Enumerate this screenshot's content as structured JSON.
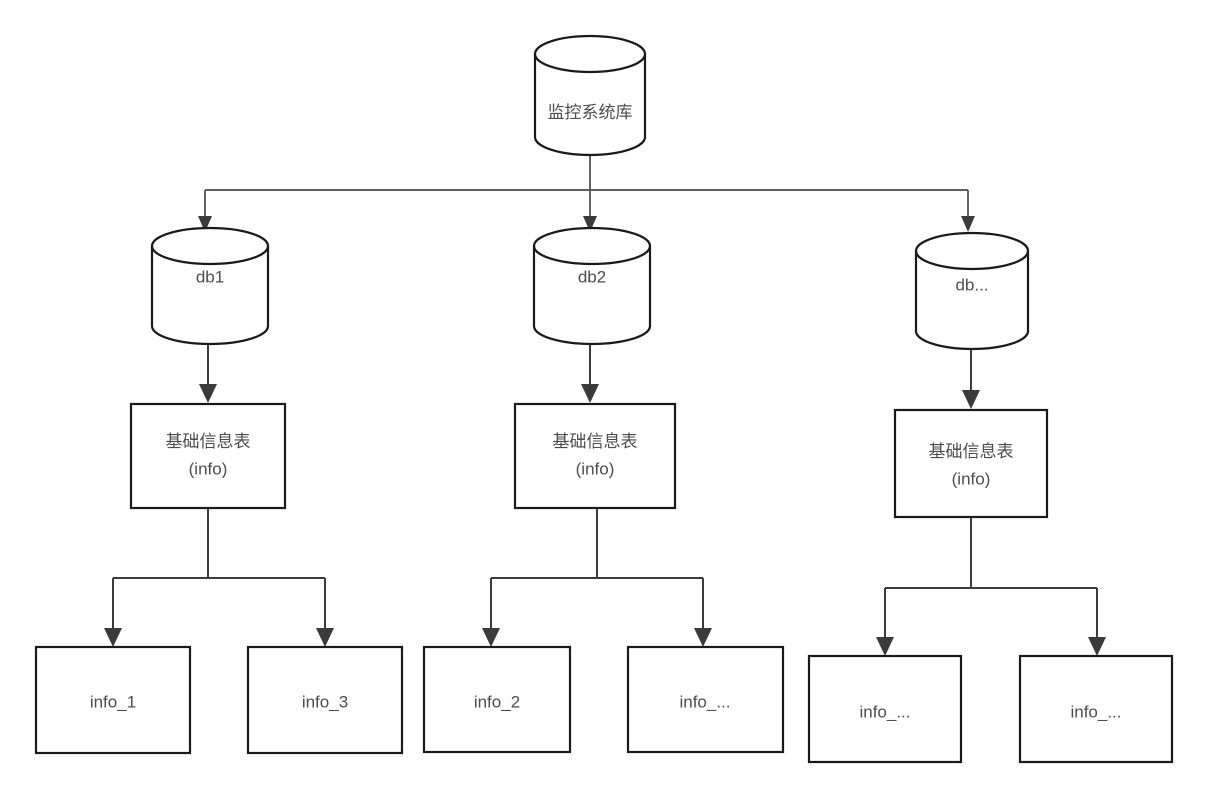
{
  "diagram": {
    "type": "hierarchy-tree",
    "title": "",
    "background_color": "#ffffff",
    "stroke_color": "#1a1a1a",
    "edge_color": "#3b3b3b",
    "text_color": "#4d4d4d",
    "root": {
      "id": "root-db",
      "shape": "cylinder",
      "label": "监控系统库"
    },
    "databases": [
      {
        "id": "db1",
        "shape": "cylinder",
        "label": "db1"
      },
      {
        "id": "db2",
        "shape": "cylinder",
        "label": "db2"
      },
      {
        "id": "db3",
        "shape": "cylinder",
        "label": "db..."
      }
    ],
    "info_tables": [
      {
        "id": "info-table-1",
        "shape": "rect",
        "line1": "基础信息表",
        "line2": "(info)"
      },
      {
        "id": "info-table-2",
        "shape": "rect",
        "line1": "基础信息表",
        "line2": "(info)"
      },
      {
        "id": "info-table-3",
        "shape": "rect",
        "line1": "基础信息表",
        "line2": "(info)"
      }
    ],
    "leaves": [
      {
        "id": "leaf-1",
        "shape": "rect",
        "label": "info_1"
      },
      {
        "id": "leaf-2",
        "shape": "rect",
        "label": "info_3"
      },
      {
        "id": "leaf-3",
        "shape": "rect",
        "label": "info_2"
      },
      {
        "id": "leaf-4",
        "shape": "rect",
        "label": "info_..."
      },
      {
        "id": "leaf-5",
        "shape": "rect",
        "label": "info_..."
      },
      {
        "id": "leaf-6",
        "shape": "rect",
        "label": "info_..."
      }
    ]
  }
}
